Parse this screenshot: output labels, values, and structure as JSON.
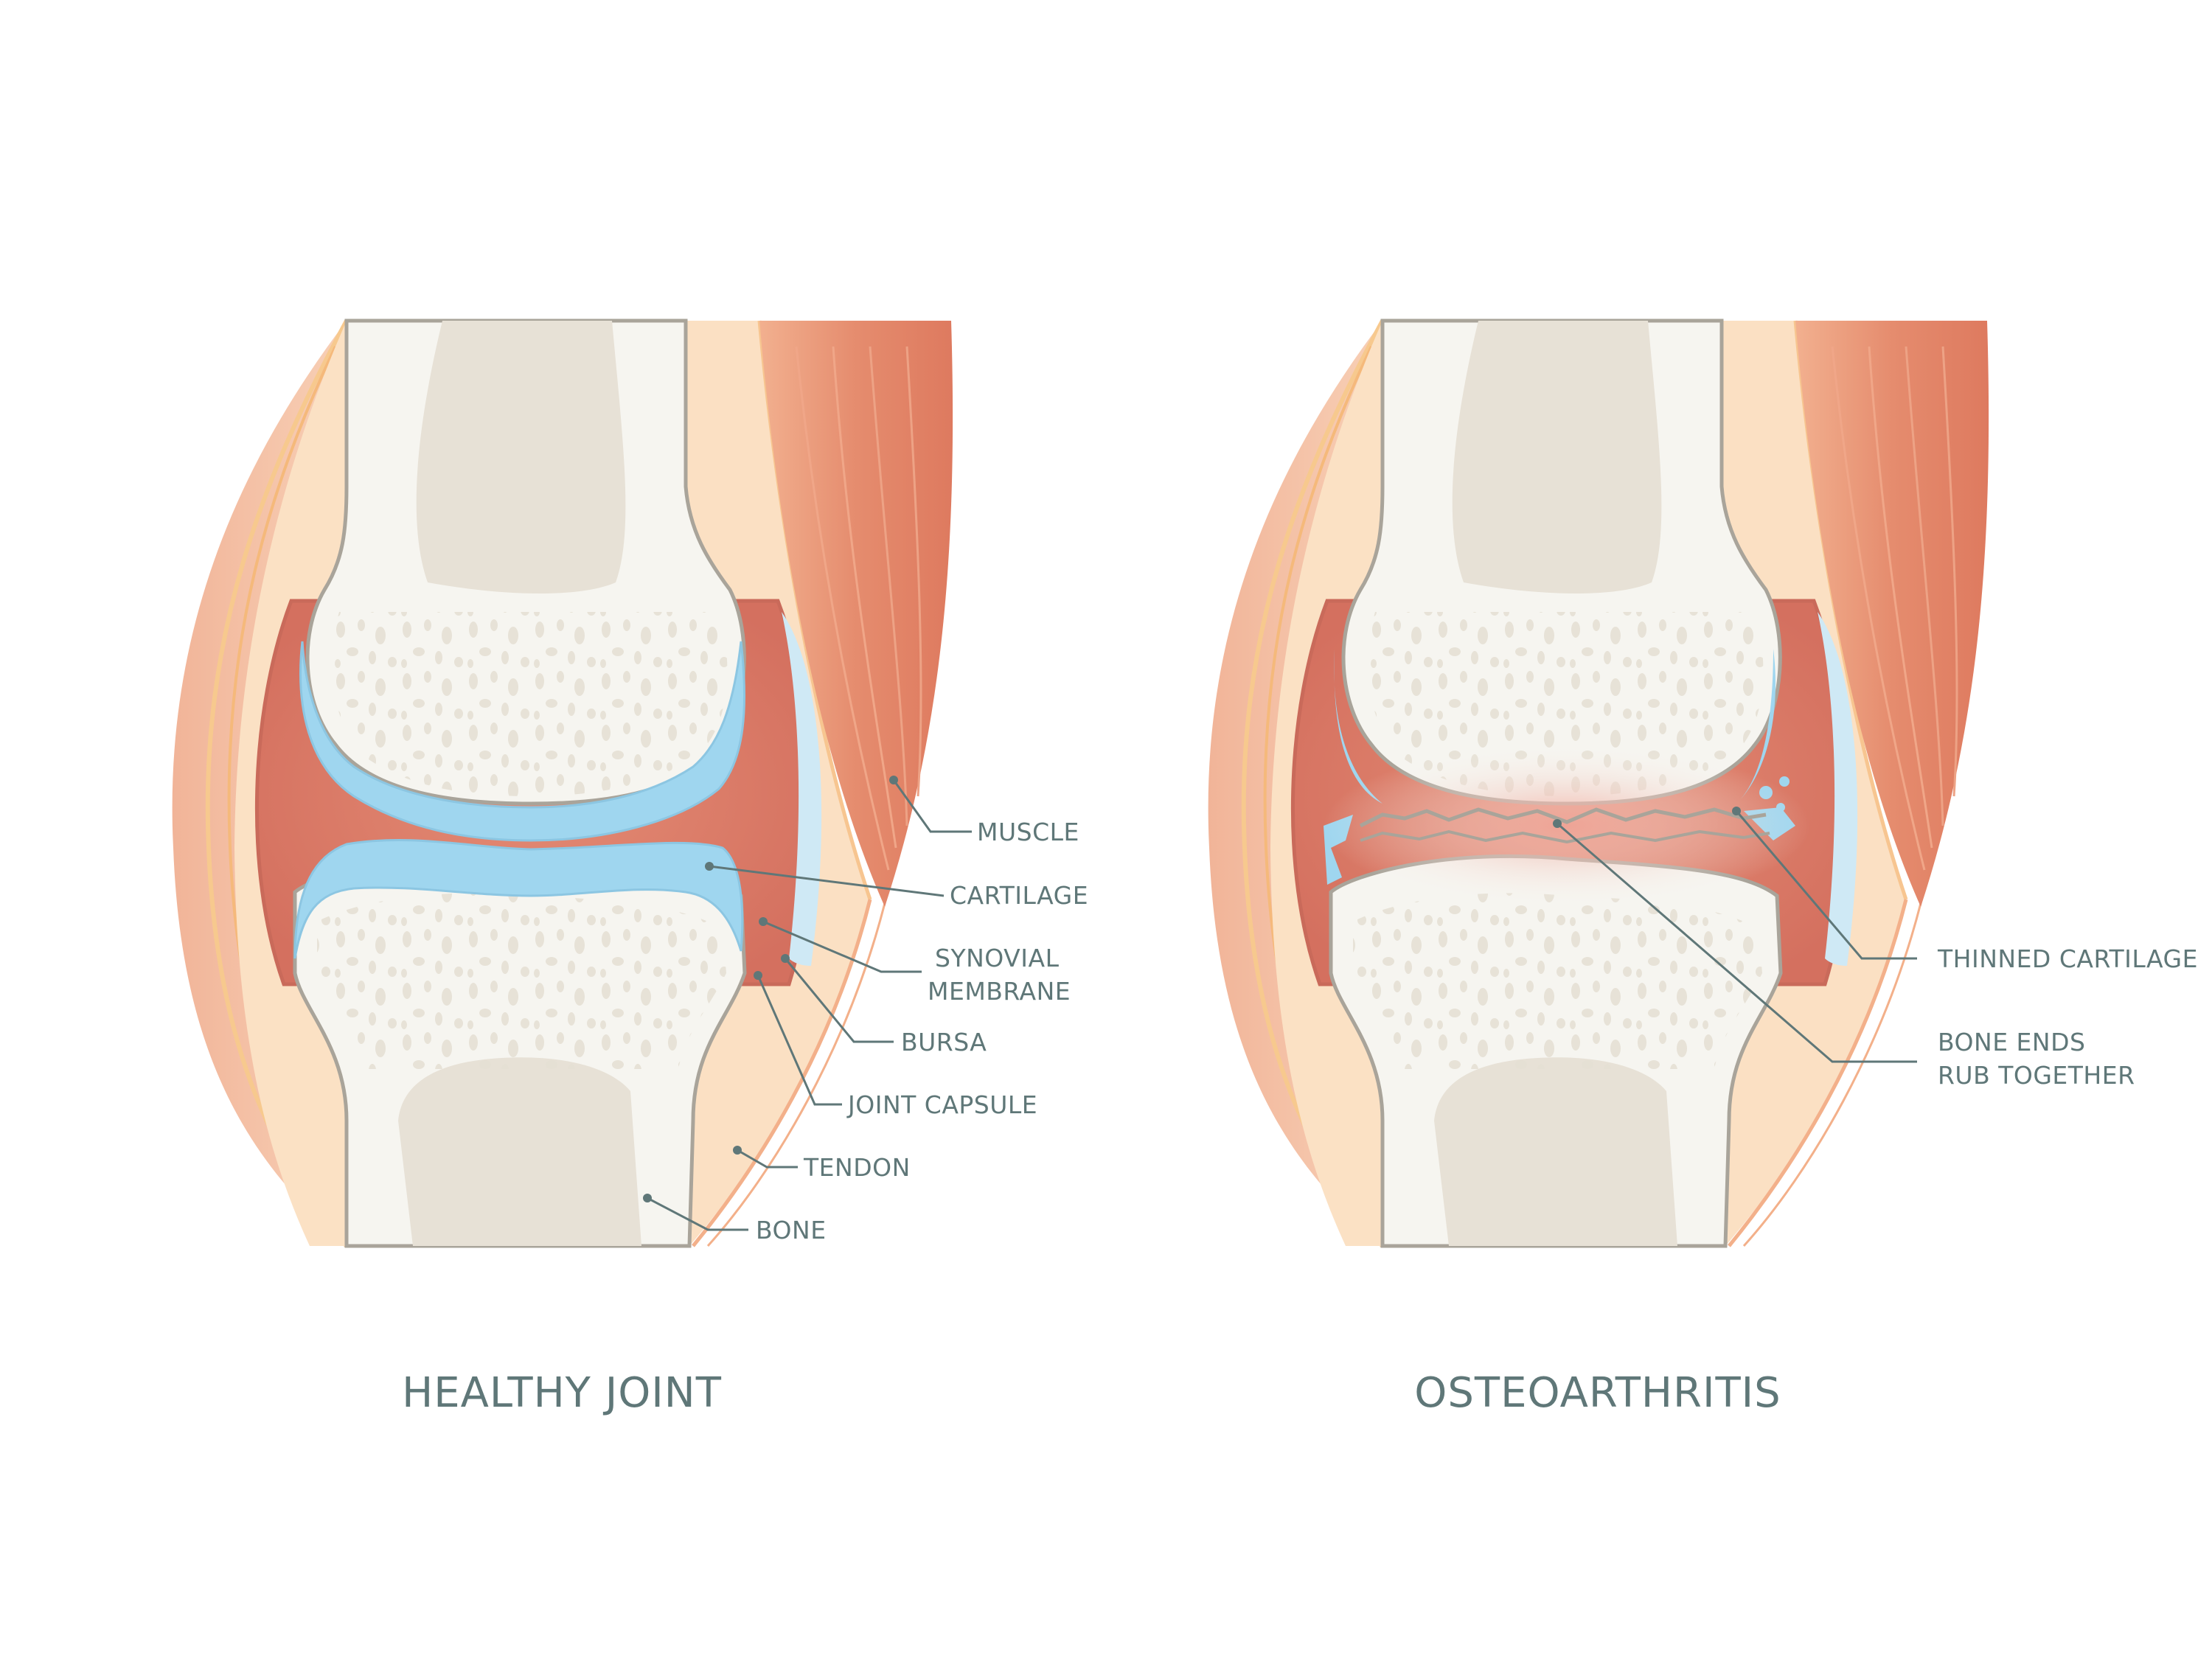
{
  "panels": [
    {
      "title": "HEALTHY JOINT",
      "labels": {
        "muscle": "MUSCLE",
        "cartilage": "CARTILAGE",
        "synovial_1": "SYNOVIAL",
        "synovial_2": "MEMBRANE",
        "bursa": "BURSA",
        "capsule": "JOINT CAPSULE",
        "tendon": "TENDON",
        "bone": "BONE"
      }
    },
    {
      "title": "OSTEOARTHRITIS",
      "labels": {
        "thinned": "THINNED CARTILAGE",
        "rub_1": "BONE ENDS",
        "rub_2": "RUB TOGETHER"
      }
    }
  ],
  "colors": {
    "text": "#5f7778",
    "muscle": "#e4876a",
    "skin": "#f4c2a6",
    "fat": "#fbe2c6",
    "synovial": "#dd7c6c",
    "cartilage": "#9fd6ef",
    "bone": "#f6f5f0",
    "marrow": "#e7e1d6"
  }
}
